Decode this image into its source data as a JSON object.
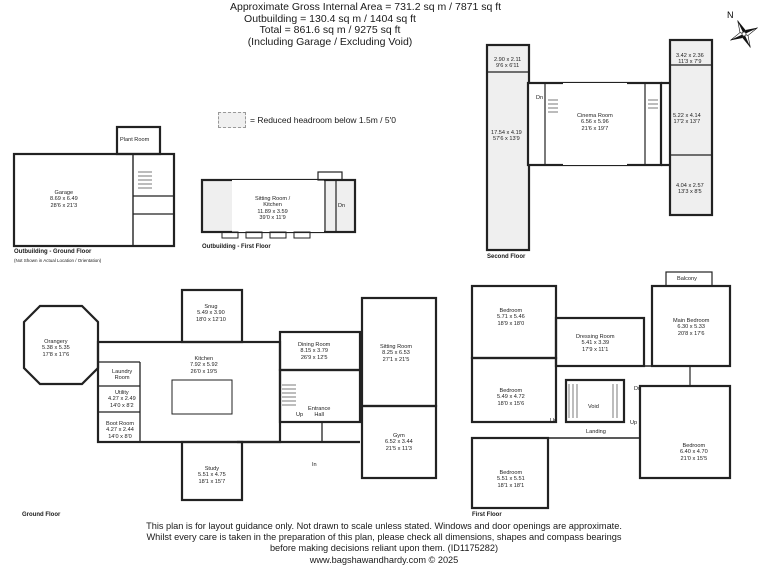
{
  "header": {
    "lines": [
      "Approximate Gross Internal Area = 731.2 sq m / 7871 sq ft",
      "Outbuilding = 130.4 sq m / 1404 sq ft",
      "Total = 861.6 sq m / 9275 sq ft",
      "(Including Garage / Excluding Void)"
    ]
  },
  "compass": {
    "label": "N"
  },
  "legend": {
    "text": "= Reduced headroom below 1.5m / 5'0"
  },
  "captions": {
    "outbuilding_ground": "Outbuilding - Ground Floor",
    "outbuilding_ground_note": "(Not Shown in Actual Location / Orientation)",
    "outbuilding_first": "Outbuilding - First Floor",
    "second_floor": "Second Floor",
    "ground_floor": "Ground Floor",
    "first_floor": "First Floor"
  },
  "rooms": {
    "plant_room": [
      "Plant Room"
    ],
    "garage": [
      "Garage",
      "8.69 x 6.49",
      "28'6 x 21'3"
    ],
    "sitting_room_kitchen": [
      "Sitting Room /",
      "Kitchen",
      "11.89 x 3.59",
      "39'0 x 11'9"
    ],
    "ob_dn": [
      "Dn"
    ],
    "sf_room_a": [
      "2.90 x 2.11",
      "9'6 x 6'11"
    ],
    "sf_room_b": [
      "17.54 x 4.19",
      "57'6 x 13'9"
    ],
    "cinema_room": [
      "Cinema Room",
      "6.56 x 5.96",
      "21'6 x 19'7"
    ],
    "sf_room_c": [
      "5.22 x 4.14",
      "17'2 x 13'7"
    ],
    "sf_room_d": [
      "3.42 x 2.36",
      "11'3 x 7'9"
    ],
    "sf_room_e": [
      "4.04 x 2.57",
      "13'3 x 8'5"
    ],
    "sf_dn": [
      "Dn"
    ],
    "orangery": [
      "Orangery",
      "5.38 x 5.35",
      "17'8 x 17'6"
    ],
    "snug": [
      "Snug",
      "5.49 x 3.90",
      "18'0 x 12'10"
    ],
    "kitchen": [
      "Kitchen",
      "7.92 x 5.92",
      "26'0 x 19'5"
    ],
    "dining_room": [
      "Dining Room",
      "8.15 x 3.79",
      "26'9 x 12'5"
    ],
    "sitting_room": [
      "Sitting Room",
      "8.25 x 6.53",
      "27'1 x 21'5"
    ],
    "laundry_room": [
      "Laundry",
      "Room"
    ],
    "utility": [
      "Utility",
      "4.27 x 2.49",
      "14'0 x 8'2"
    ],
    "boot_room": [
      "Boot Room",
      "4.27 x 2.44",
      "14'0 x 8'0"
    ],
    "entrance_hall": [
      "Entrance",
      "Hall"
    ],
    "gym": [
      "Gym",
      "6.52 x 3.44",
      "21'5 x 11'3"
    ],
    "study": [
      "Study",
      "5.51 x 4.75",
      "18'1 x 15'7"
    ],
    "gf_up": [
      "Up"
    ],
    "gf_in": [
      "In"
    ],
    "ff_bedroom_1": [
      "Bedroom",
      "5.71 x 5.46",
      "18'9 x 18'0"
    ],
    "dressing_room": [
      "Dressing Room",
      "5.41 x 3.39",
      "17'9 x 11'1"
    ],
    "main_bedroom": [
      "Main Bedroom",
      "6.30 x 5.33",
      "20'8 x 17'6"
    ],
    "balcony": [
      "Balcony"
    ],
    "ff_bedroom_2": [
      "Bedroom",
      "5.49 x 4.72",
      "18'0 x 15'6"
    ],
    "void": [
      "Void"
    ],
    "landing": [
      "Landing"
    ],
    "ff_up_l": [
      "Up"
    ],
    "ff_up_r": [
      "Up"
    ],
    "ff_dn": [
      "Dn"
    ],
    "ff_bedroom_3": [
      "Bedroom",
      "5.51 x 5.51",
      "18'1 x 18'1"
    ],
    "ff_bedroom_4": [
      "Bedroom",
      "6.40 x 4.70",
      "21'0 x 15'5"
    ]
  },
  "footer": {
    "lines": [
      "This plan is for layout guidance only. Not drawn to scale unless stated. Windows and door openings are approximate.",
      "Whilst every care is taken in the preparation of this plan, please check all dimensions, shapes and compass bearings",
      "before making decisions reliant upon them. (ID1175282)",
      "www.bagshawandhardy.com © 2025"
    ]
  }
}
